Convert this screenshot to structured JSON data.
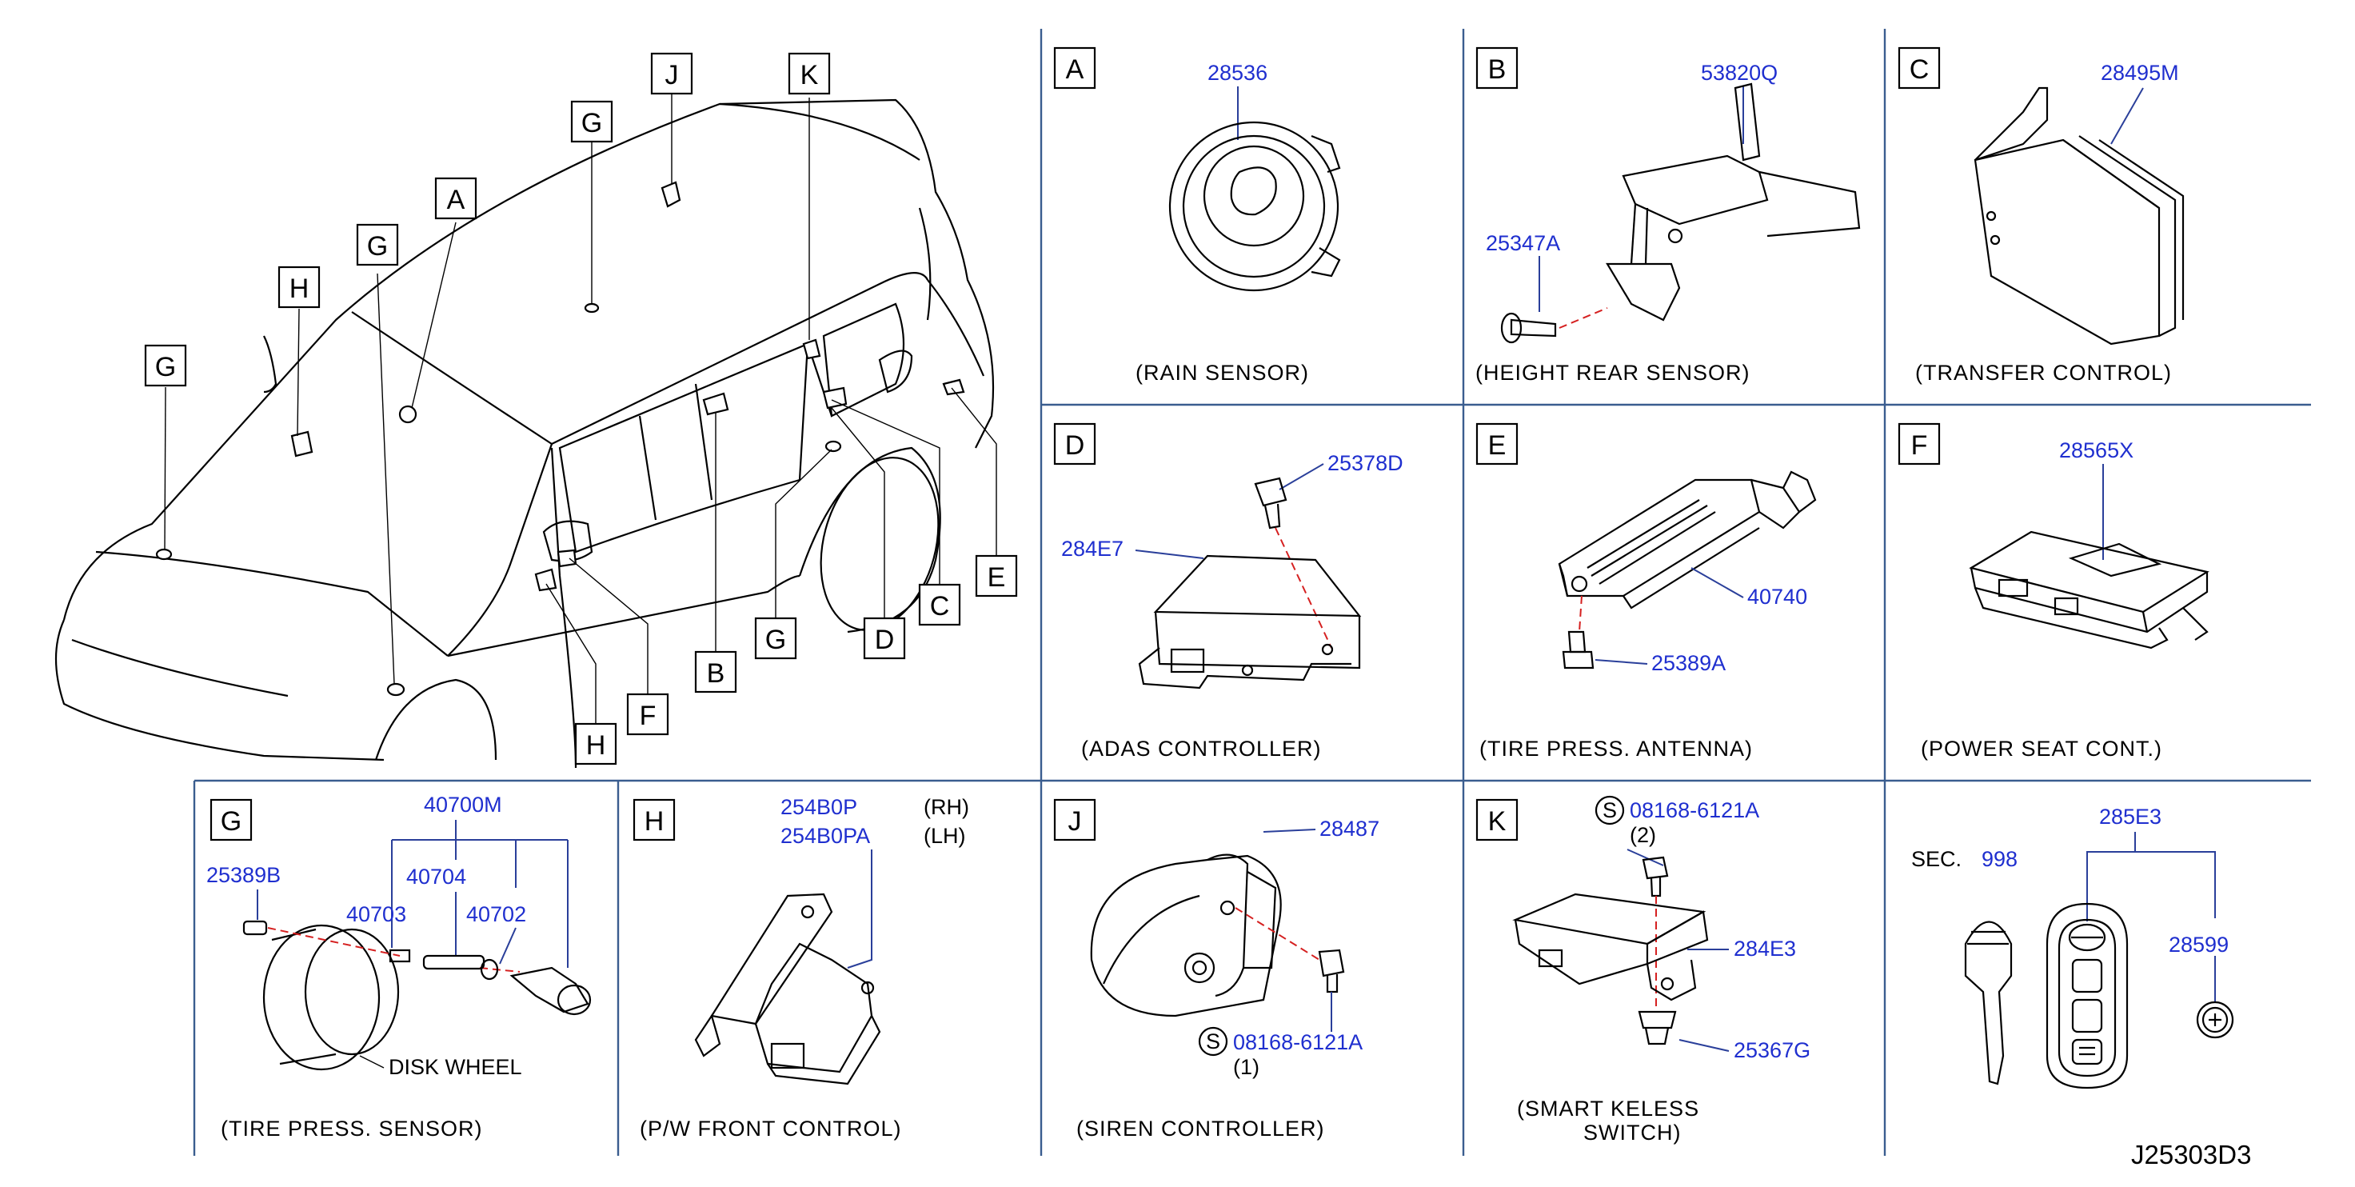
{
  "diagram_id": "J25303D3",
  "car_callouts": [
    "J",
    "K",
    "G",
    "A",
    "G",
    "H",
    "G",
    "E",
    "C",
    "D",
    "G",
    "B",
    "F",
    "H"
  ],
  "panels": {
    "A": {
      "letter": "A",
      "caption": "(RAIN   SENSOR)",
      "parts": [
        "28536"
      ]
    },
    "B": {
      "letter": "B",
      "caption": "(HEIGHT   REAR   SENSOR)",
      "parts": [
        "53820Q",
        "25347A"
      ]
    },
    "C": {
      "letter": "C",
      "caption": "(TRANSFER   CONTROL)",
      "parts": [
        "28495M"
      ]
    },
    "D": {
      "letter": "D",
      "caption": "(ADAS   CONTROLLER)",
      "parts": [
        "25378D",
        "284E7"
      ]
    },
    "E": {
      "letter": "E",
      "caption": "(TIRE   PRESS.   ANTENNA)",
      "parts": [
        "40740",
        "25389A"
      ]
    },
    "F": {
      "letter": "F",
      "caption": "(POWER   SEAT   CONT.)",
      "parts": [
        "28565X"
      ]
    },
    "G": {
      "letter": "G",
      "caption": "(TIRE   PRESS.   SENSOR)",
      "parts": [
        "40700M",
        "25389B",
        "40704",
        "40703",
        "40702"
      ],
      "label": "DISK   WHEEL"
    },
    "H": {
      "letter": "H",
      "caption": "(P/W   FRONT   CONTROL)",
      "parts": [
        "254B0P",
        "254B0PA"
      ],
      "notes": [
        "(RH)",
        "(LH)"
      ]
    },
    "J": {
      "letter": "J",
      "caption": "(SIREN   CONTROLLER)",
      "parts": [
        "28487",
        "08168-6121A"
      ],
      "qty": "(1)",
      "s_mark": "S"
    },
    "K": {
      "letter": "K",
      "caption_line1": "(SMART   KELESS",
      "caption_line2": "SWITCH)",
      "parts": [
        "08168-6121A",
        "284E3",
        "25367G"
      ],
      "qty": "(2)",
      "s_mark": "S"
    },
    "L": {
      "sec_label": "SEC.",
      "sec_num": "998",
      "parts": [
        "285E3",
        "28599"
      ]
    }
  }
}
